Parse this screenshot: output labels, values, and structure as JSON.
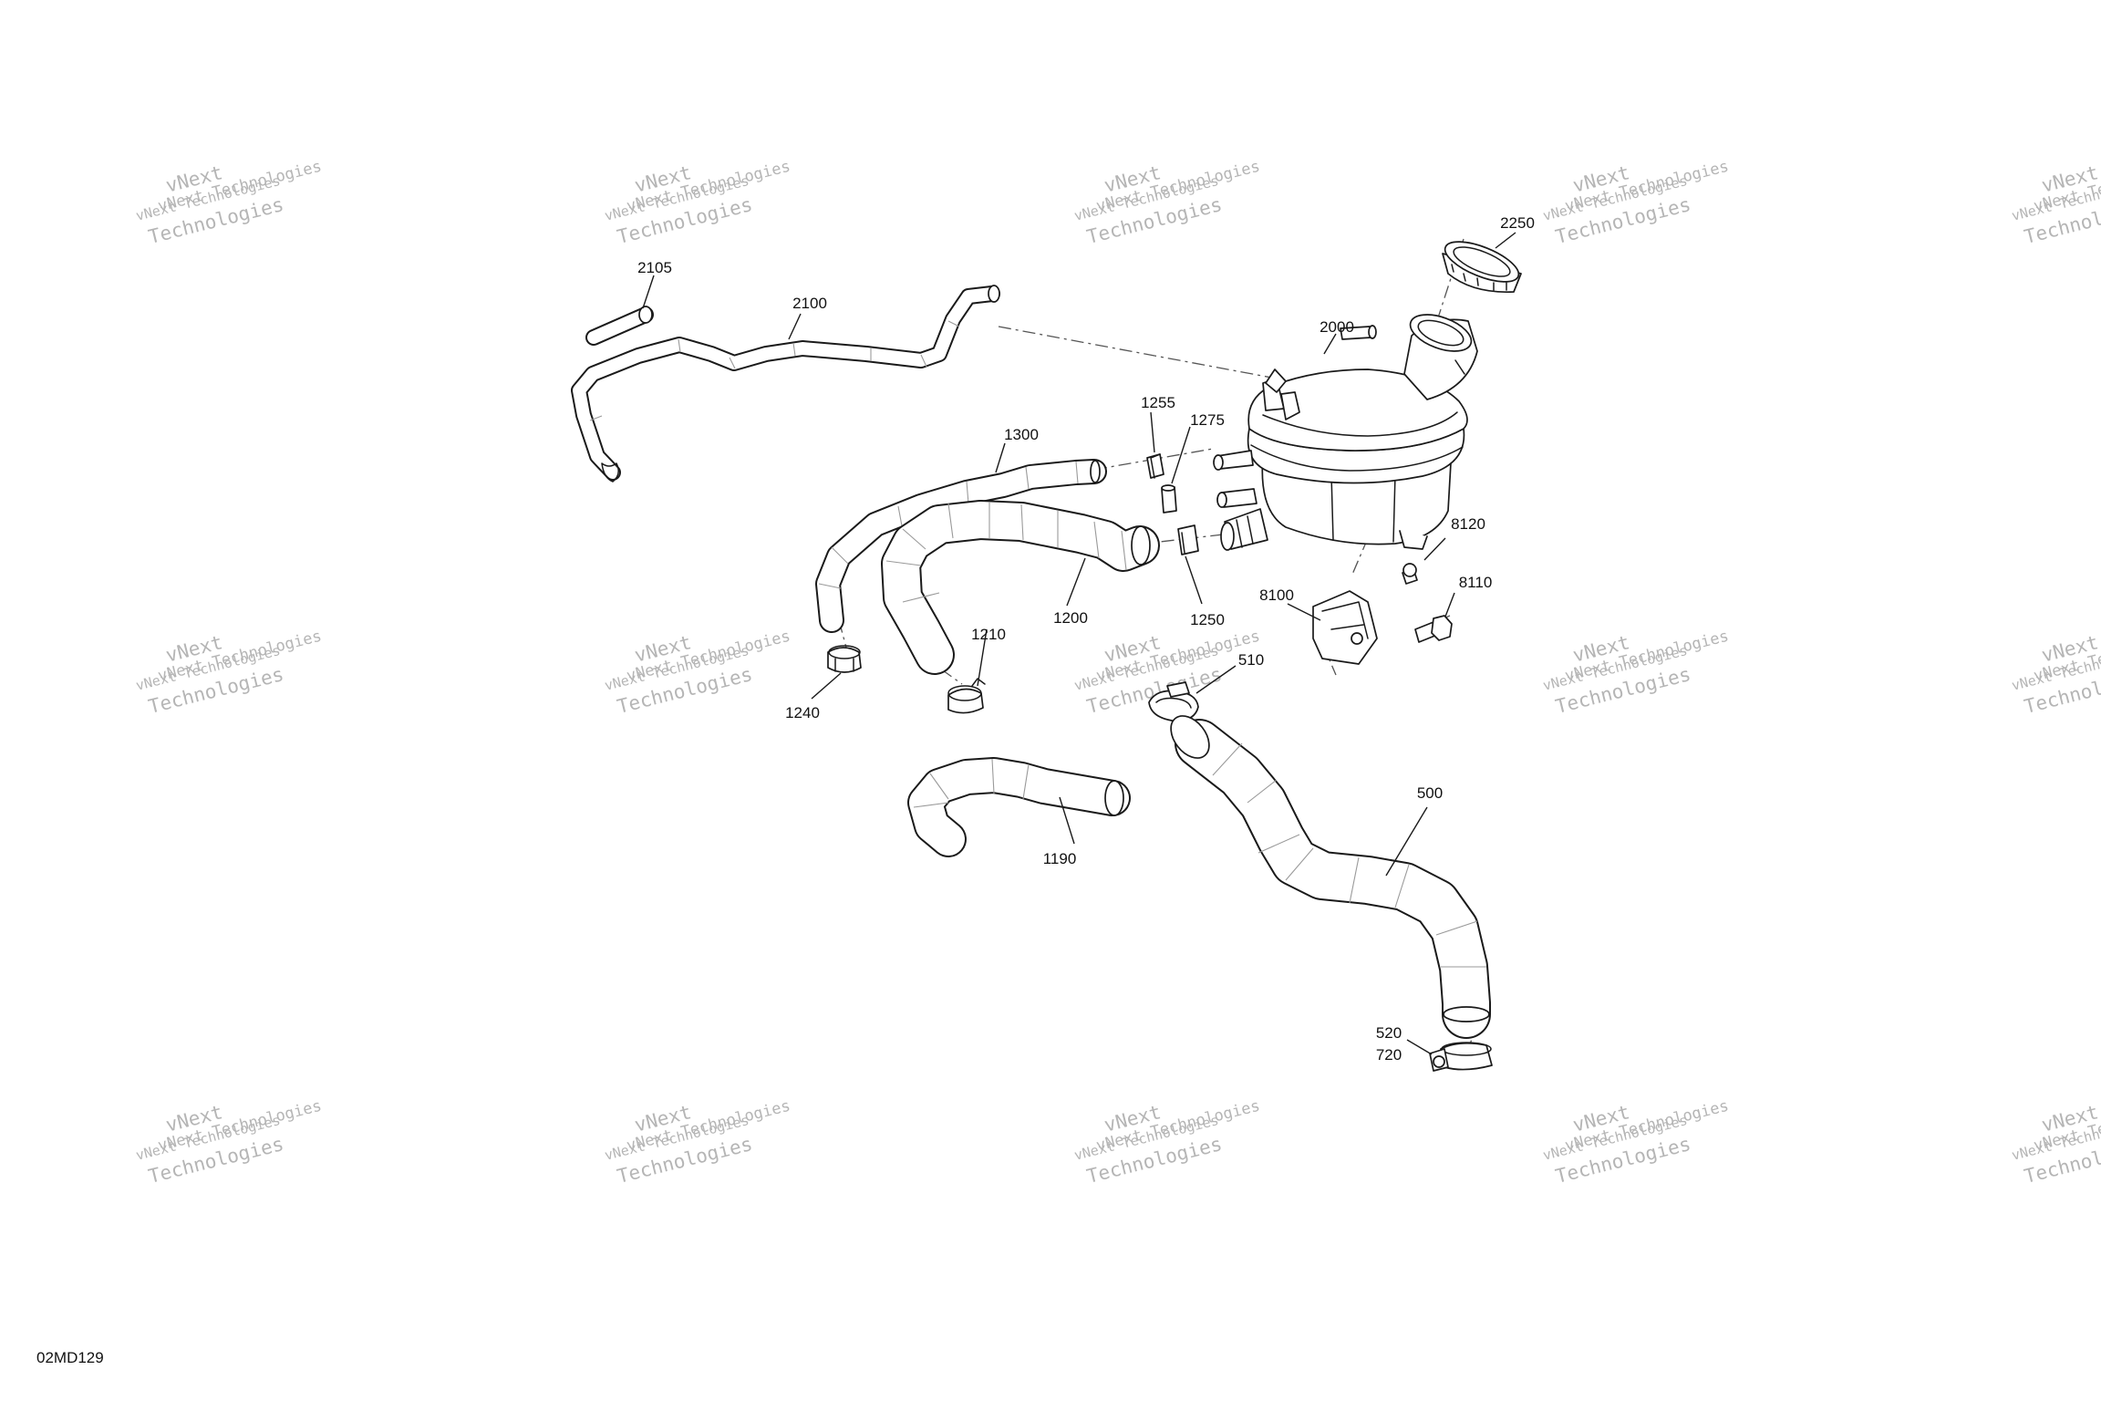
{
  "diagram_id": "02MD129",
  "watermark": {
    "line1": "vNext Technologies",
    "line2": "vNext",
    "line3": "Technologies",
    "color": "#b5b5b5"
  },
  "callouts": {
    "p2105": "2105",
    "p2100": "2100",
    "p2250": "2250",
    "p2000": "2000",
    "p1255": "1255",
    "p1275": "1275",
    "p1300": "1300",
    "p8120": "8120",
    "p8100": "8100",
    "p8110": "8110",
    "p1200": "1200",
    "p1250": "1250",
    "p1210": "1210",
    "p1240": "1240",
    "p510": "510",
    "p500": "500",
    "p1190": "1190",
    "p520": "520",
    "p720": "720"
  },
  "colors": {
    "line": "#1a1a1a",
    "segment": "#9a9a9a",
    "background": "#ffffff"
  }
}
